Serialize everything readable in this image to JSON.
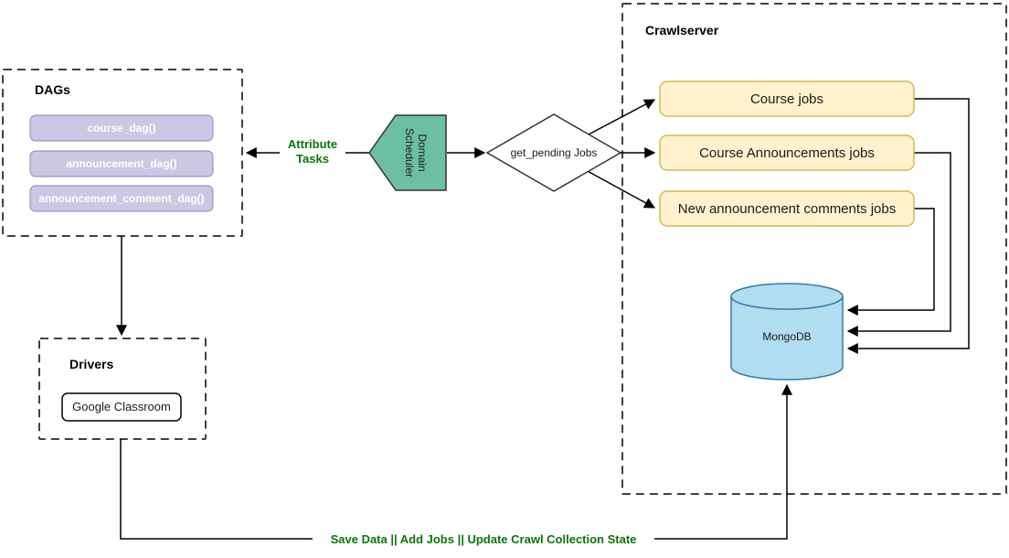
{
  "colors": {
    "purple_fill": "#CCC7E3",
    "purple_stroke": "#8E85BC",
    "purple_text": "#FFFFFF",
    "teal_fill": "#6DBFA2",
    "teal_stroke": "#333333",
    "yellow_fill": "#FFF2CC",
    "yellow_stroke": "#D6B656",
    "blue_fill": "#B1DDF0",
    "blue_stroke": "#3579A8",
    "green_text": "#097609",
    "white_fill": "#FFFFFF",
    "line": "#000000"
  },
  "dags": {
    "title": "DAGs",
    "items": [
      "course_dag()",
      "announcement_dag()",
      "announcement_comment_dag()"
    ]
  },
  "scheduler": {
    "line1": "Domain",
    "line2": "Scheduler"
  },
  "decision": {
    "label": "get_pending Jobs"
  },
  "crawlserver": {
    "title": "Crawlserver",
    "jobs": [
      "Course jobs",
      "Course Announcements jobs",
      "New announcement comments jobs"
    ],
    "database": "MongoDB"
  },
  "drivers": {
    "title": "Drivers",
    "item": "Google Classroom"
  },
  "labels": {
    "attribute_tasks_line1": "Attribute",
    "attribute_tasks_line2": "Tasks",
    "save_path": "Save Data || Add Jobs || Update Crawl Collection State"
  }
}
